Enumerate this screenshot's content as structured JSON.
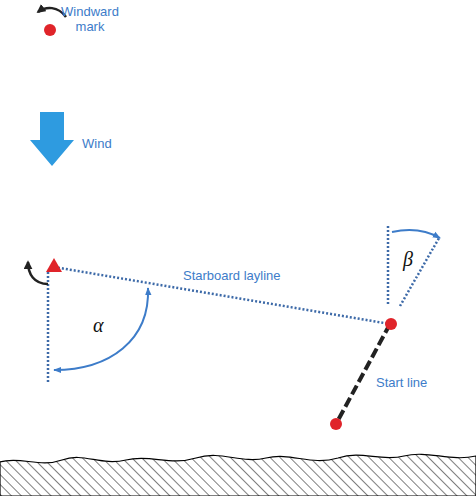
{
  "diagram": {
    "labels": [
      "Windward mark",
      "Wind",
      "Starboard layline",
      "α",
      "β",
      "Start line"
    ]
  }
}
